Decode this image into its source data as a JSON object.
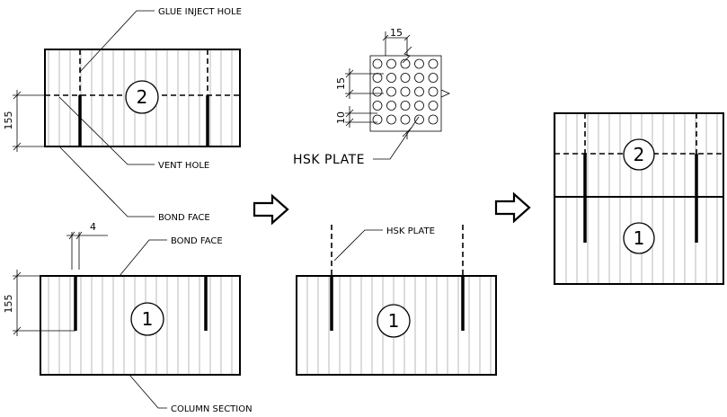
{
  "labels": {
    "glue_inject_hole": "GLUE INJECT HOLE",
    "vent_hole": "VENT HOLE",
    "bond_face_top": "BOND FACE",
    "bond_face_bottom": "BOND FACE",
    "column_section": "COLUMN SECTION",
    "hsk_plate_detail": "HSK PLATE",
    "hsk_plate_mid": "HSK PLATE"
  },
  "dimensions": {
    "height_top": "155",
    "height_bottom": "155",
    "plate_thickness": "4",
    "pitch_horizontal": "15",
    "pitch_vertical": "15",
    "hole_size": "10"
  },
  "numbers": {
    "block_top": "2",
    "block_bottom": "1",
    "block_mid": "1",
    "block_result_top": "2",
    "block_result_bottom": "1"
  }
}
